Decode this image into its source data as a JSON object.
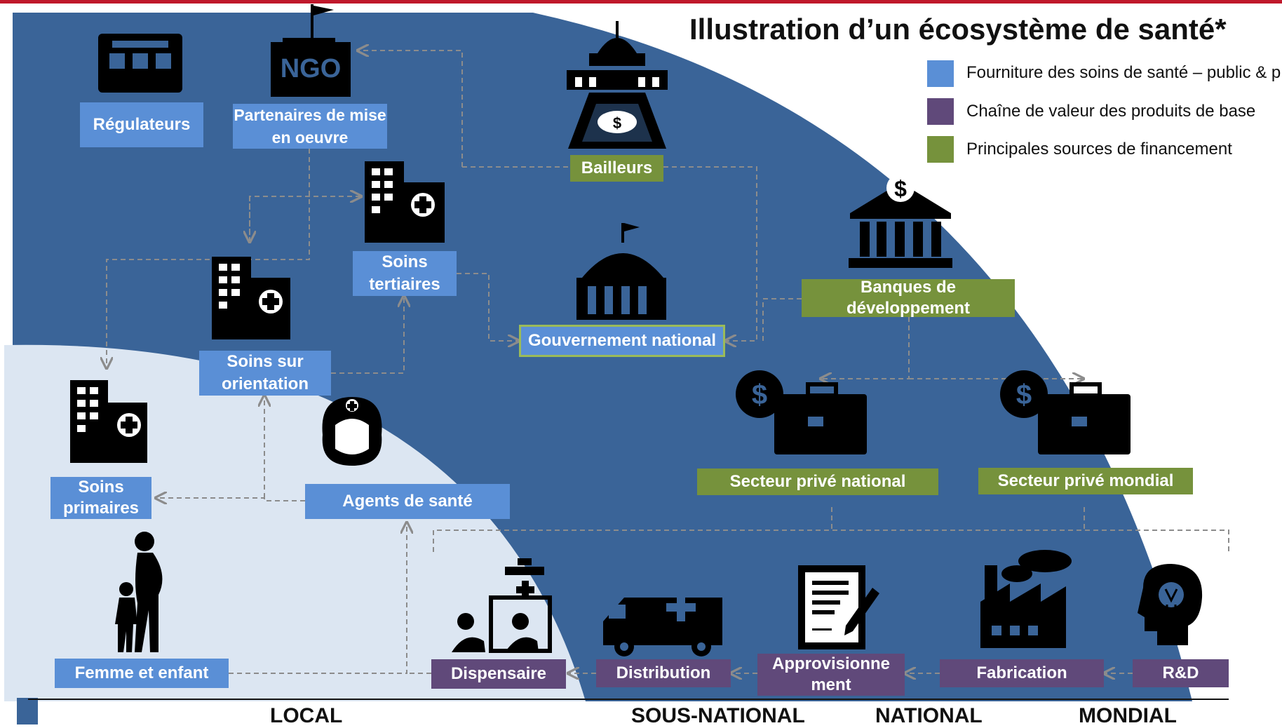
{
  "title": "Illustration d’un écosystème de santé*",
  "legend": [
    {
      "label": "Fourniture des soins de santé – public & p",
      "color": "#5a8fd6"
    },
    {
      "label": "Chaîne de valeur des produits de base",
      "color": "#60497a"
    },
    {
      "label": "Principales sources de financement",
      "color": "#76923c"
    }
  ],
  "nodes": {
    "regulateurs": "Régulateurs",
    "partenaires": "Partenaires de mise en oeuvre",
    "bailleurs": "Bailleurs",
    "soins_tertiaires": "Soins tertiaires",
    "soins_orientation": "Soins sur orientation",
    "gouvernement": "Gouvernement national",
    "banques": "Banques de développement",
    "soins_primaires": "Soins primaires",
    "agents": "Agents de santé",
    "secteur_national": "Secteur privé national",
    "secteur_mondial": "Secteur privé mondial",
    "femme_enfant": "Femme et enfant",
    "dispensaire": "Dispensaire",
    "distribution": "Distribution",
    "approvisionnement": "Approvisionne ment",
    "fabrication": "Fabrication",
    "rd": "R&D"
  },
  "icon_text": {
    "ngo": "NGO"
  },
  "axis": [
    "LOCAL",
    "SOUS-NATIONAL",
    "NATIONAL",
    "MONDIAL"
  ],
  "icons": [
    "bus-icon",
    "ngo-building-icon",
    "capitol-dollar-icon",
    "hospital-icon",
    "government-building-icon",
    "bank-dollar-icon",
    "briefcase-dollar-icon",
    "nurse-icon",
    "pregnant-woman-child-icon",
    "pharmacy-icon",
    "ambulance-icon",
    "document-pen-icon",
    "factory-icon",
    "head-lightbulb-icon"
  ],
  "colors": {
    "dark_region": "#3a6498",
    "light_region": "#dce6f2",
    "connector": "#8c8c8c",
    "accent_top": "#c0182b"
  }
}
